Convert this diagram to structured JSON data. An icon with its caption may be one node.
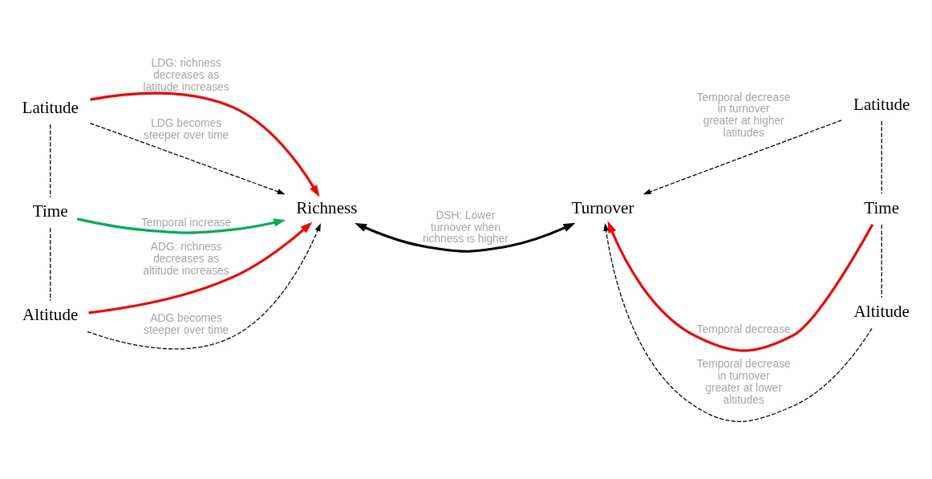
{
  "diagram": {
    "nodes": [
      {
        "text": [
          "Latitude"
        ]
      },
      {
        "text": [
          "Time"
        ]
      },
      {
        "text": [
          "Altitude"
        ]
      },
      {
        "text": [
          "Richness"
        ]
      },
      {
        "text": [
          "Turnover"
        ]
      },
      {
        "text": [
          "Latitude"
        ]
      },
      {
        "text": [
          "Time"
        ]
      },
      {
        "text": [
          "Altitude"
        ]
      }
    ],
    "edges": [
      {
        "from": 0,
        "to": 3,
        "arrow": "to",
        "label": "LDG: richness decreases as latitude increases",
        "style": "thick",
        "color": "#ff0000"
      },
      {
        "from": 1,
        "to": 3,
        "arrow": "to",
        "label": "Temporal increase",
        "style": "thick",
        "color": "#00b050"
      },
      {
        "from": 2,
        "to": 3,
        "arrow": "to",
        "label": "ADG: richness decreases as altitude increases",
        "style": "thick",
        "color": "#ff0000"
      },
      {
        "from": 0,
        "to": 3,
        "arrow": "to",
        "label": "LDG becomes steeper over time",
        "style": "dashed"
      },
      {
        "from": 2,
        "to": 3,
        "arrow": "to",
        "label": "ADG becomes steeper over time",
        "style": "dashed"
      },
      {
        "from": 0,
        "to": 1,
        "arrow": "none",
        "style": "dashed"
      },
      {
        "from": 1,
        "to": 2,
        "arrow": "none",
        "style": "dashed"
      },
      {
        "from": 3,
        "to": 4,
        "arrow": "both",
        "label": "DSH: Lower turnover when richness is higher",
        "style": "thick"
      },
      {
        "from": 6,
        "to": 4,
        "arrow": "to",
        "label": "Temporal decrease",
        "style": "thick",
        "color": "#ff0000"
      },
      {
        "from": 5,
        "to": 4,
        "arrow": "to",
        "label": "Temporal decrease in turnover greater at higher latitudes",
        "style": "dashed"
      },
      {
        "from": 7,
        "to": 4,
        "arrow": "to",
        "label": "Temporal decrease in turnover greater at lower altitudes",
        "style": "dashed"
      },
      {
        "from": 5,
        "to": 6,
        "arrow": "none",
        "style": "dashed"
      },
      {
        "from": 6,
        "to": 7,
        "arrow": "none",
        "style": "dashed"
      }
    ]
  }
}
